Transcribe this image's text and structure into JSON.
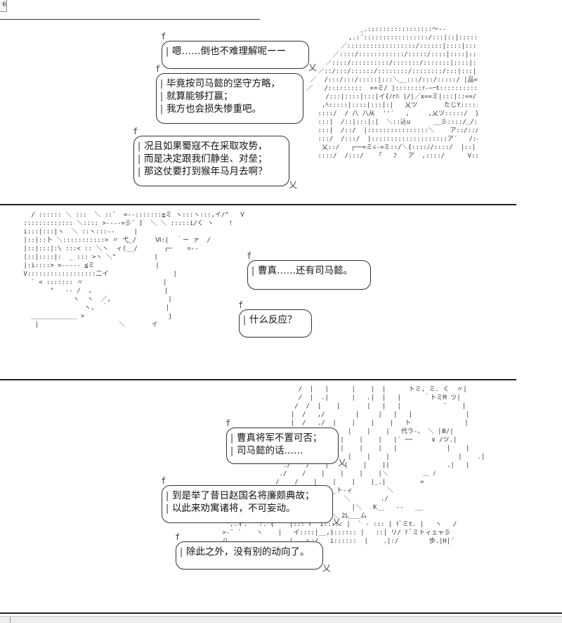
{
  "corner_tab": "6",
  "panel1": {
    "bubbles": [
      [
        "嗯……倒也不难理解呢ーー"
      ],
      [
        "毕竟按司马懿的坚守方略，",
        "就算能够打赢；",
        "我方也会损失惨重吧。"
      ],
      [
        "况且如果蜀寇不在采取攻势，",
        "而是决定跟我们静坐、对垒；",
        "那这仗要打到猴年马月去啊？"
      ]
    ]
  },
  "panel2": {
    "bubbles": [
      [
        "曹真……还有司马懿。"
      ],
      [
        "什么反应？"
      ]
    ]
  },
  "panel3": {
    "bubbles": [
      [
        "曹真将军不置可否；",
        "司马懿的话……"
      ],
      [
        "到是举了昔日赵国名将廉颇典故；",
        "以此来劝寓诸将，不可妄动。"
      ],
      [
        "除此之外，没有别的动向了。"
      ]
    ]
  }
}
